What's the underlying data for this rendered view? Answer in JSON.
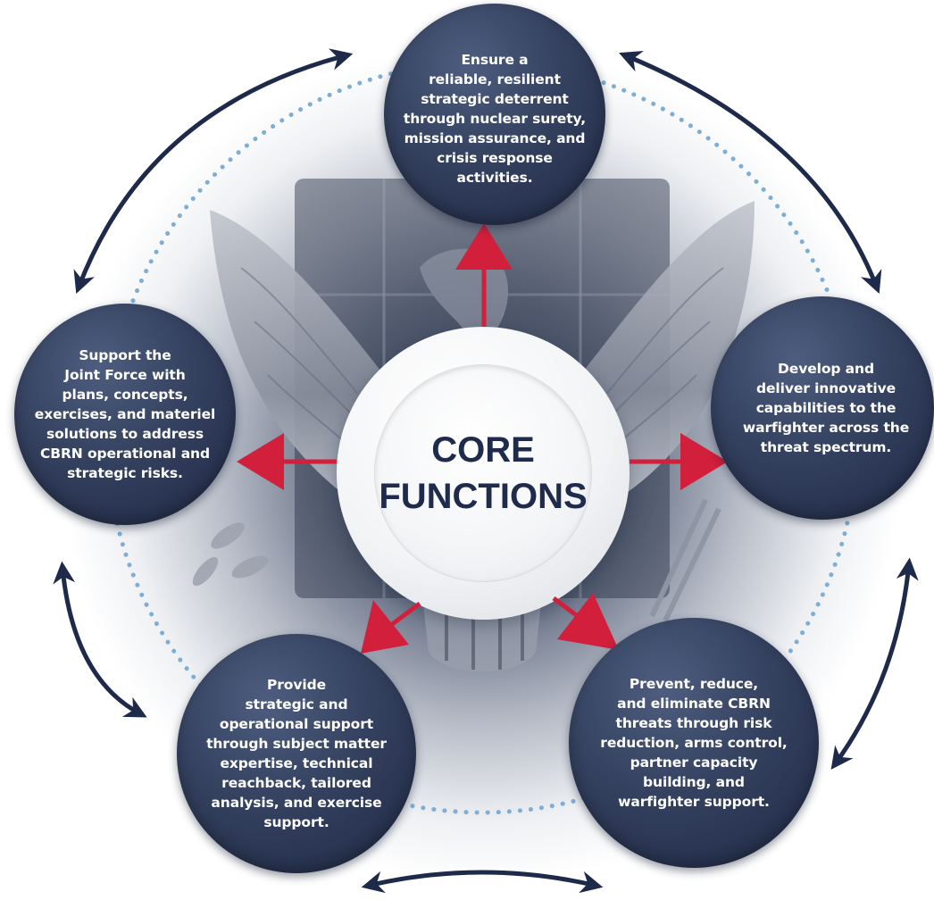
{
  "center": {
    "title": "CORE\nFUNCTIONS"
  },
  "functions": [
    {
      "id": "top",
      "text": "Ensure a\nreliable, resilient\nstrategic deterrent\nthrough nuclear surety,\nmission assurance, and\ncrisis response\nactivities."
    },
    {
      "id": "right",
      "text": "Develop and\ndeliver innovative\ncapabilities to the\nwarfighter across the\nthreat spectrum."
    },
    {
      "id": "bottom-right",
      "text": "Prevent, reduce,\nand eliminate CBRN\nthreats through risk\nreduction, arms control,\npartner capacity\nbuilding, and\nwarfighter support."
    },
    {
      "id": "bottom-left",
      "text": "Provide\nstrategic and\noperational support\nthrough subject matter\nexpertise, technical\nreachback, tailored\nanalysis, and exercise\nsupport."
    },
    {
      "id": "left",
      "text": "Support the\nJoint Force with\nplans, concepts,\nexercises, and materiel\nsolutions to address\nCBRN operational and\nstrategic risks."
    }
  ],
  "colors": {
    "bubble": "#2c3858",
    "arrow_red": "#d11f3c",
    "cycle_arrow": "#1e2a4a",
    "dotted_ring": "#7faed4",
    "center_text": "#1f2b4d"
  },
  "icons": {
    "background": "eagle-seal-image"
  }
}
